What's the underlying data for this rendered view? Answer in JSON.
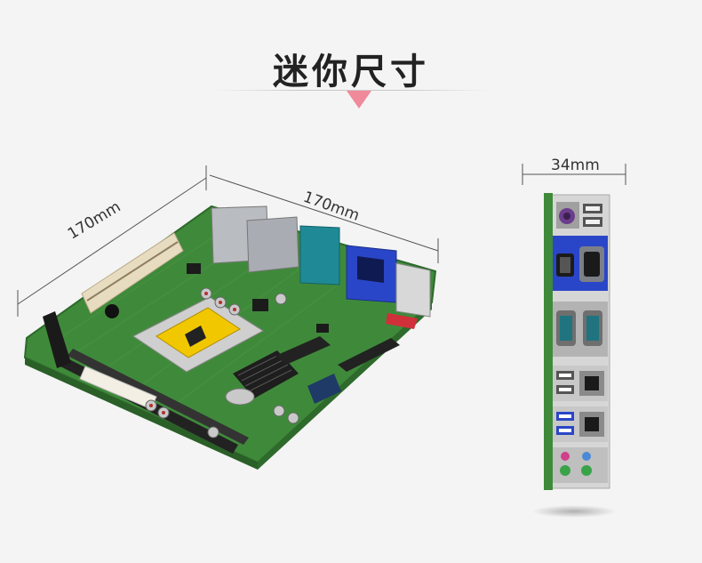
{
  "heading": {
    "title": "迷你尺寸"
  },
  "dimensions": {
    "board_width_label": "170mm",
    "board_depth_label": "170mm",
    "io_height_label": "34mm"
  },
  "colors": {
    "accent_arrow": "#f08a9a",
    "pcb_green": "#3f8a3a",
    "vga_blue": "#2a46c8",
    "serial_teal": "#1f8a96"
  },
  "icons": {
    "motherboard": "motherboard-image",
    "io_panel": "io-panel-image"
  }
}
